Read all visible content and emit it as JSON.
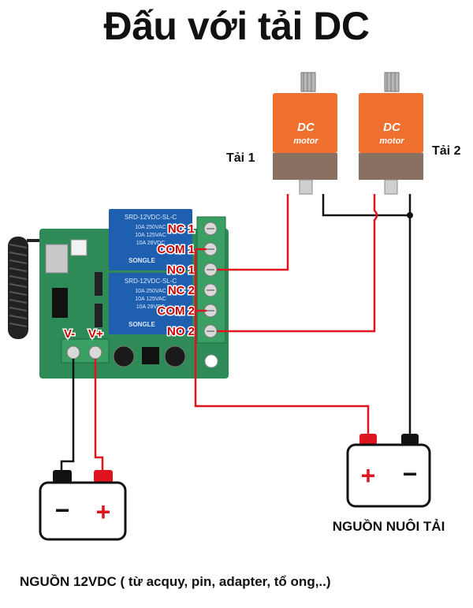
{
  "title": "Đấu với tải DC",
  "footer": "NGUỒN 12VDC ( từ acquy, pin, adapter, tổ ong,..)",
  "loads": [
    {
      "label": "Tải 1",
      "motor_text_1": "DC",
      "motor_text_2": "motor"
    },
    {
      "label": "Tải 2",
      "motor_text_1": "DC",
      "motor_text_2": "motor"
    }
  ],
  "relay_board": {
    "terminals": [
      "NC 1",
      "COM 1",
      "NO 1",
      "NC 2",
      "COM 2",
      "NO 2"
    ],
    "power_inputs": [
      "V-",
      "V+"
    ],
    "relay_top_text": "SRD-12VDC-SL-C",
    "relay_brand": "SONGLE",
    "relay_spec_1": "10A 250VAC",
    "relay_spec_2": "10A 125VAC",
    "relay_spec_3": "10A 28VDC"
  },
  "load_power": {
    "label": "NGUỒN NUÔI TẢI",
    "plus": "+",
    "minus": "−"
  },
  "supply_12v": {
    "plus": "+",
    "minus": "−"
  },
  "colors": {
    "wire_red": "#e0141e",
    "wire_black": "#111111",
    "pcb_green": "#2e8b57",
    "relay_blue": "#1f5fb0",
    "motor_orange": "#f07030",
    "motor_brown": "#8a7060",
    "terminal_label": "#cc0000"
  }
}
